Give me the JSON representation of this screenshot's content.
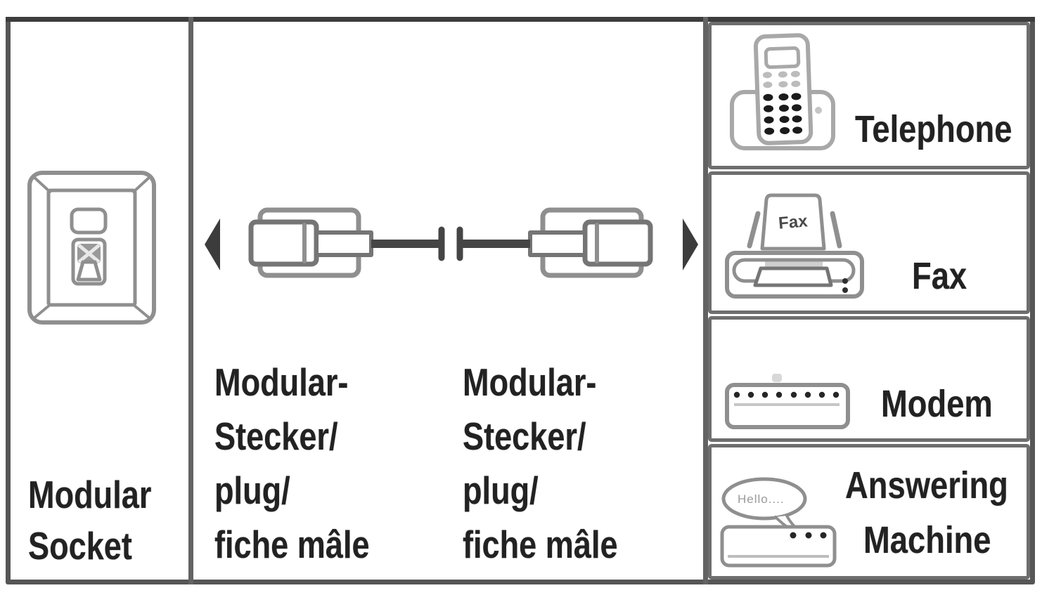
{
  "panels": {
    "socket": {
      "label_lines": [
        "Modular",
        "Socket"
      ]
    },
    "cable": {
      "left_plug_label_lines": [
        "Modular-",
        "Stecker/",
        "plug/",
        "fiche mâle"
      ],
      "right_plug_label_lines": [
        "Modular-",
        "Stecker/",
        "plug/",
        "fiche mâle"
      ]
    },
    "devices": [
      {
        "id": "telephone",
        "label": "Telephone"
      },
      {
        "id": "fax",
        "label": "Fax",
        "paper_text": "Fax"
      },
      {
        "id": "modem",
        "label": "Modem"
      },
      {
        "id": "answering-machine",
        "label_lines": [
          "Answering",
          "Machine"
        ],
        "bubble_text": "Hello...."
      }
    ]
  },
  "colors": {
    "background": "#ffffff",
    "frame_border": "#565656",
    "cell_border": "#6e6e6e",
    "icon_stroke": "#8f8f8f",
    "cable": "#454545",
    "arrow": "#3c3c3c",
    "text": "#222222"
  }
}
